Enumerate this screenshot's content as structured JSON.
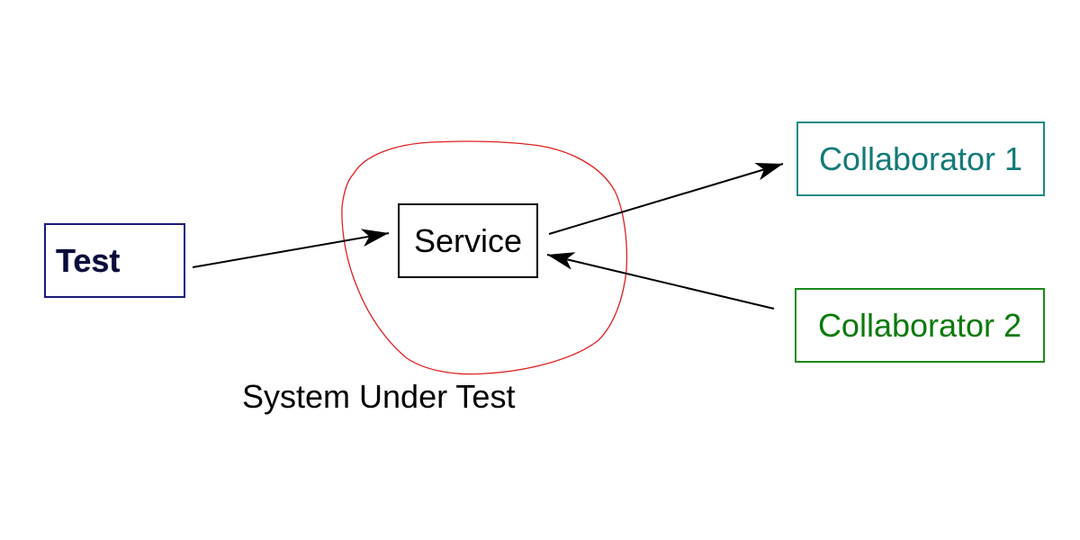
{
  "diagram": {
    "nodes": {
      "test": {
        "label": "Test",
        "color": "#1a1a7a"
      },
      "service": {
        "label": "Service",
        "color": "#000000"
      },
      "collaborator_1": {
        "label": "Collaborator 1",
        "color": "#1b8a86"
      },
      "collaborator_2": {
        "label": "Collaborator 2",
        "color": "#1a8a1a"
      }
    },
    "boundary": {
      "label": "System Under Test",
      "color": "#e02020"
    },
    "edges": [
      {
        "from": "test",
        "to": "service"
      },
      {
        "from": "service",
        "to": "collaborator_1"
      },
      {
        "from": "collaborator_2",
        "to": "service"
      }
    ]
  }
}
